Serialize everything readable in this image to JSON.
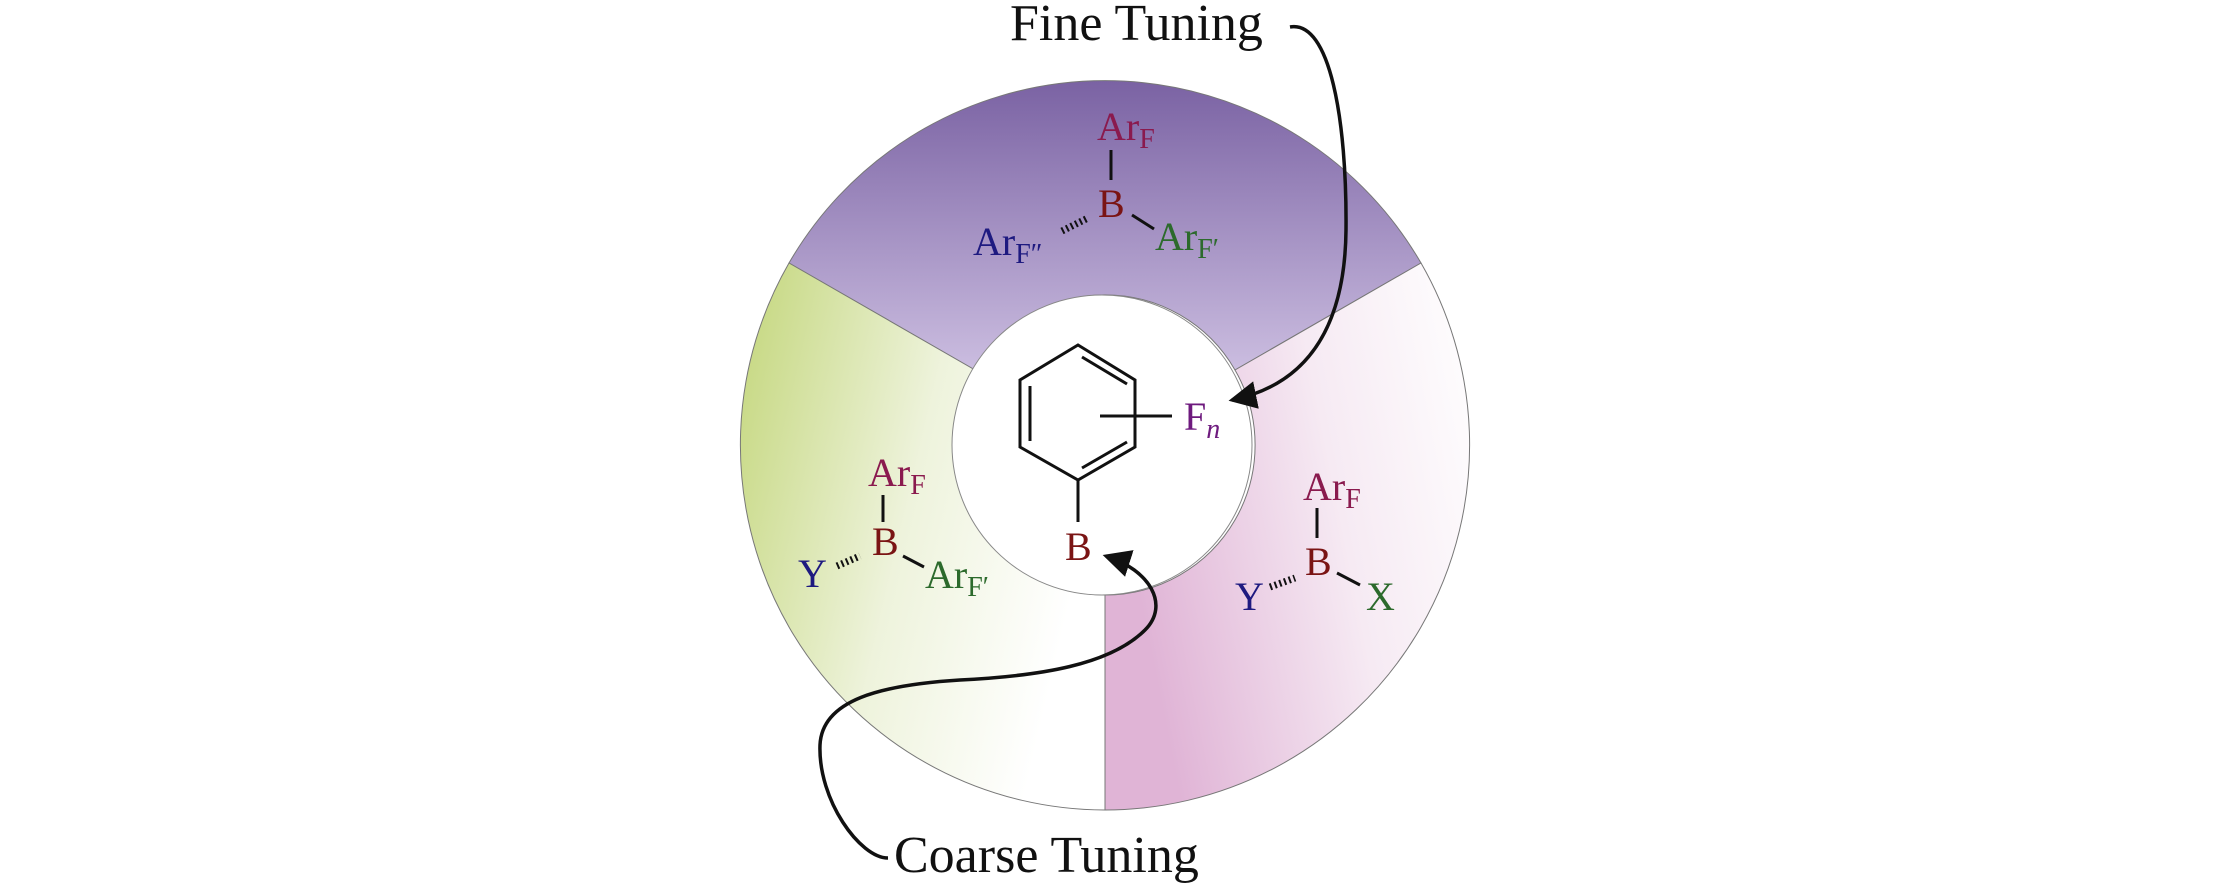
{
  "labels": {
    "fine_tuning": "Fine Tuning",
    "coarse_tuning": "Coarse Tuning"
  },
  "center": {
    "boron": "B",
    "fluorine": "F",
    "fluorine_count": "n"
  },
  "top_fragment": {
    "boron": "B",
    "aryl_top": {
      "main": "Ar",
      "sub": "F"
    },
    "aryl_right": {
      "main": "Ar",
      "sub": "F′"
    },
    "aryl_left": {
      "main": "Ar",
      "sub": "F″"
    }
  },
  "left_fragment": {
    "boron": "B",
    "aryl_top": {
      "main": "Ar",
      "sub": "F"
    },
    "aryl_right": {
      "main": "Ar",
      "sub": "F′"
    },
    "y_group": "Y"
  },
  "right_fragment": {
    "boron": "B",
    "aryl_top": {
      "main": "Ar",
      "sub": "F"
    },
    "x_group": "X",
    "y_group": "Y"
  },
  "colors": {
    "aryl_f": "#8a1a4e",
    "boron": "#7a1414",
    "y_group": "#1e1a80",
    "aryl_f_prime": "#2c6a2c",
    "fluorine": "#6e1a7e",
    "sector_top": "#7a62a3",
    "sector_left": "#c3d67a",
    "sector_right": "#e0b4d6"
  }
}
